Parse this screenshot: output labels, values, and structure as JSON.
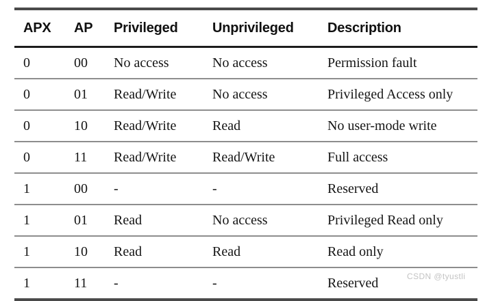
{
  "table": {
    "columns": [
      "APX",
      "AP",
      "Privileged",
      "Unprivileged",
      "Description"
    ],
    "rows": [
      {
        "apx": "0",
        "ap": "00",
        "privileged": "No access",
        "unprivileged": "No access",
        "description": "Permission fault"
      },
      {
        "apx": "0",
        "ap": "01",
        "privileged": "Read/Write",
        "unprivileged": "No access",
        "description": "Privileged Access only"
      },
      {
        "apx": "0",
        "ap": "10",
        "privileged": "Read/Write",
        "unprivileged": "Read",
        "description": "No user-mode write"
      },
      {
        "apx": "0",
        "ap": "11",
        "privileged": "Read/Write",
        "unprivileged": "Read/Write",
        "description": "Full access"
      },
      {
        "apx": "1",
        "ap": "00",
        "privileged": "-",
        "unprivileged": "-",
        "description": "Reserved"
      },
      {
        "apx": "1",
        "ap": "01",
        "privileged": "Read",
        "unprivileged": "No access",
        "description": "Privileged Read only"
      },
      {
        "apx": "1",
        "ap": "10",
        "privileged": "Read",
        "unprivileged": "Read",
        "description": "Read only"
      },
      {
        "apx": "1",
        "ap": "11",
        "privileged": "-",
        "unprivileged": "-",
        "description": "Reserved"
      }
    ]
  },
  "watermark": {
    "text": "CSDN @tyustli",
    "color": "#c3c3c3"
  },
  "colors": {
    "page_background": "#ffffff",
    "text": "#151515",
    "header_text": "#101010",
    "outer_rule": "#4a4a4a",
    "header_rule": "#1c1c1c",
    "inner_rule": "#8d8d8d"
  }
}
